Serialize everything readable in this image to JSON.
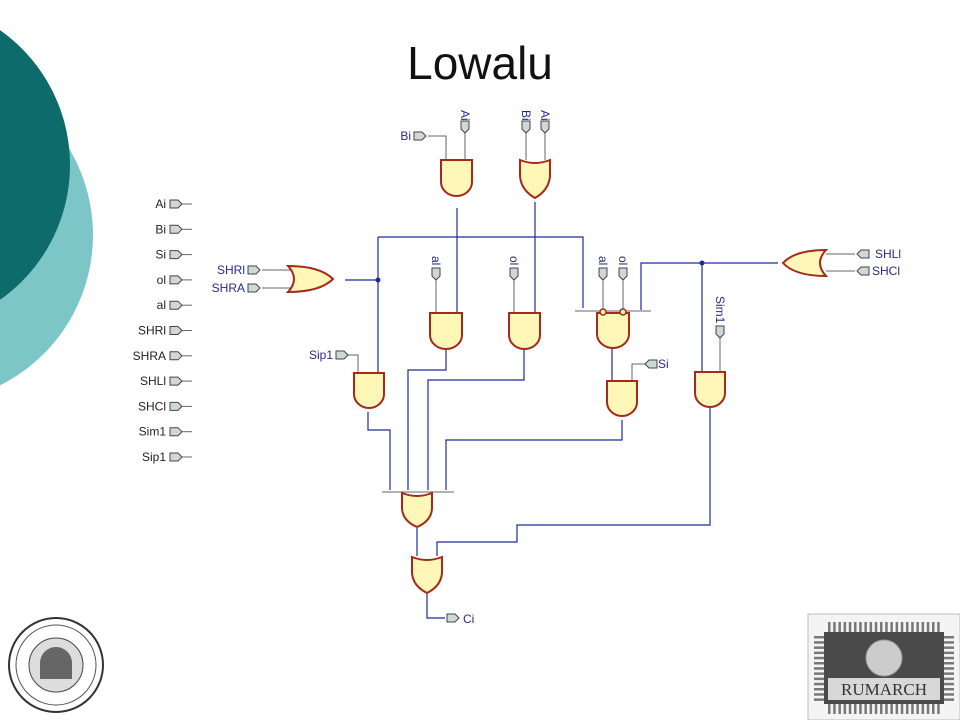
{
  "title": "Lowalu",
  "colors": {
    "teal_dark": "#0d6b6b",
    "teal_light": "#7cc6c8",
    "gate_fill": "#fff7b8",
    "gate_stroke": "#a52a1a",
    "wire": "#1f2a9a"
  },
  "side_pins": [
    "Ai",
    "Bi",
    "Si",
    "ol",
    "al",
    "SHRl",
    "SHRA",
    "SHLl",
    "SHCl",
    "Sim1",
    "Sip1"
  ],
  "circuit_labels": {
    "bi_top": "Bi",
    "ai_top1": "Ai",
    "bi_top2": "Bi",
    "ai_top2": "Ai",
    "shrl": "SHRl",
    "shra": "SHRA",
    "shll": "SHLl",
    "shcl": "SHCl",
    "al_1": "al",
    "ol_1": "ol",
    "al_2": "al",
    "ol_2": "ol",
    "sim1": "Sim1",
    "sip1": "Sip1",
    "si": "Si",
    "ci": "Ci"
  },
  "logos": {
    "left": "university-seal",
    "right": "rumarch-chip",
    "right_text": "RUMARCH"
  }
}
